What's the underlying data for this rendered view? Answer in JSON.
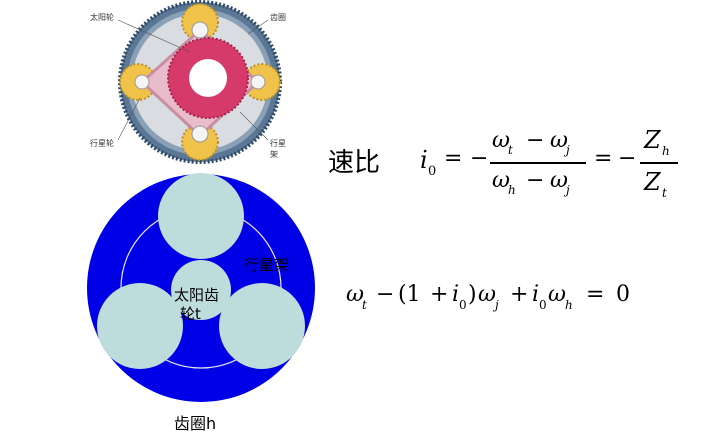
{
  "photo": {
    "labels": {
      "sun_gear": "太阳轮",
      "ring_gear": "齿圈",
      "planet_gear": "行星轮",
      "carrier": "行星架"
    },
    "colors": {
      "ring": "#4a6a8c",
      "carrier": "#e6b3c4",
      "sun": "#d63a6a",
      "planet": "#f0c24a"
    }
  },
  "schematic": {
    "sun_label": "太阳齿",
    "sun_sub": "轮t",
    "carrier_label": "行星架",
    "ring_label": "齿圈h",
    "colors": {
      "disk": "#0000e6",
      "planet": "#bfdcdc",
      "orbit": "#e6e6e6"
    }
  },
  "formula1": {
    "title": "速比",
    "i": "i",
    "i_sub": "0",
    "eq": "=",
    "minus": "−",
    "num_w1": "ω",
    "num_w1_sub": "t",
    "num_op": "−",
    "num_w2": "ω",
    "num_w2_sub": "j",
    "den_w1": "ω",
    "den_w1_sub": "h",
    "den_op": "−",
    "den_w2": "ω",
    "den_w2_sub": "j",
    "eq2": "=",
    "minus2": "−",
    "z_num": "Z",
    "z_num_sub": "h",
    "z_den": "Z",
    "z_den_sub": "t"
  },
  "formula2": {
    "w1": "ω",
    "w1_sub": "t",
    "minus": "−",
    "paren_open": "(1",
    "plus": "+",
    "i": "i",
    "i_sub": "0",
    "paren_close": ")",
    "w2": "ω",
    "w2_sub": "j",
    "plus2": "+",
    "i2": "i",
    "i2_sub": "0",
    "w3": "ω",
    "w3_sub": "h",
    "eq": "=",
    "zero": "0"
  }
}
